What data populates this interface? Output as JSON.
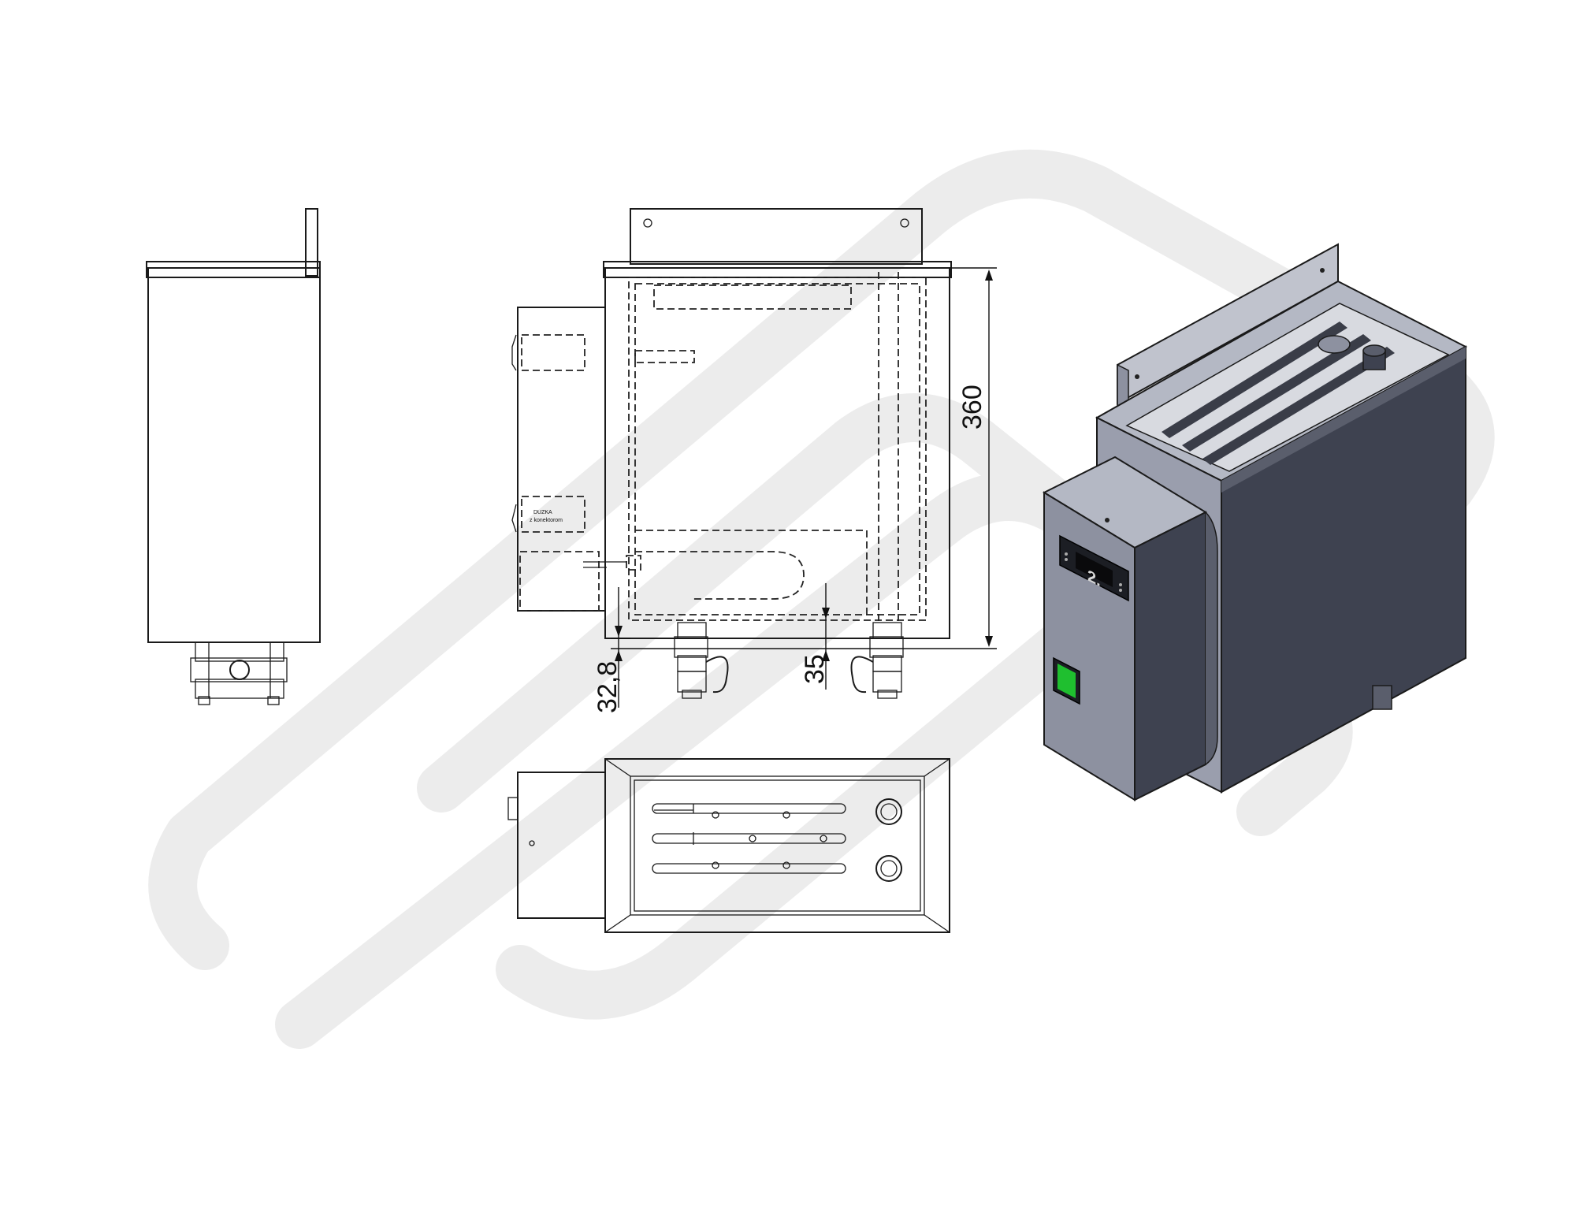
{
  "dimensions": {
    "height": "360",
    "tube_offset": "35",
    "left_offset": "32,8"
  },
  "panel_label": {
    "line1": "DUZKA",
    "line2": "z konektorom"
  },
  "thermostat_display": "2.",
  "colors": {
    "line": "#1a1a1a",
    "steel_light": "#b4b8c4",
    "steel_mid": "#8d91a0",
    "steel_dark": "#3e4250",
    "switch": "#1fbf2f",
    "watermark": "#ececec"
  }
}
